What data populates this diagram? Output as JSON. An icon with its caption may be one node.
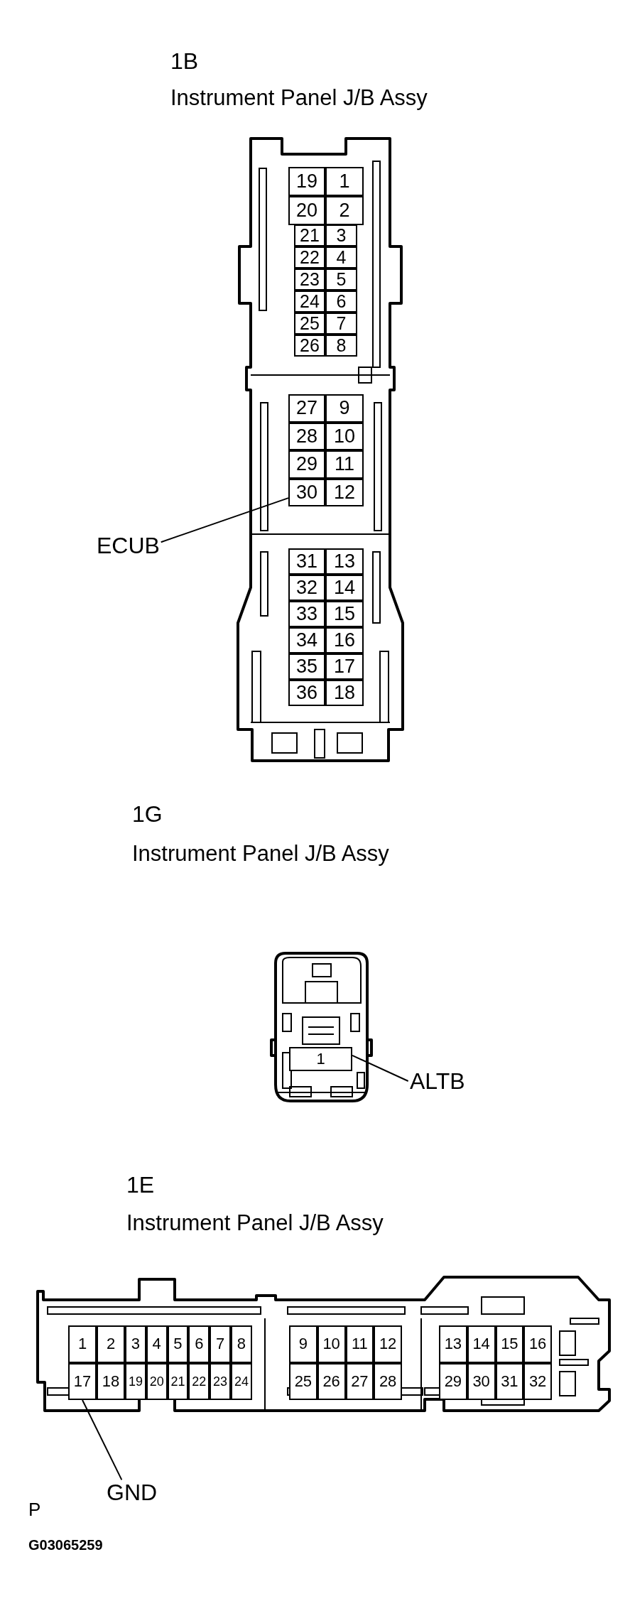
{
  "diagram": {
    "nodes": [
      {
        "text": [],
        "shape": "picture"
      },
      {
        "text": [
          "19"
        ],
        "in": 0
      },
      {
        "text": [
          "1"
        ],
        "in": 0
      },
      {
        "text": [
          "20"
        ],
        "in": 0
      },
      {
        "text": [
          "2"
        ],
        "in": 0
      },
      {
        "text": [
          "21"
        ],
        "in": 0
      },
      {
        "text": [
          "3"
        ],
        "in": 0
      },
      {
        "text": [
          "22"
        ],
        "in": 0
      },
      {
        "text": [
          "4"
        ],
        "in": 0
      },
      {
        "text": [
          "23"
        ],
        "in": 0
      },
      {
        "text": [
          "5"
        ],
        "in": 0
      },
      {
        "text": [
          "24"
        ],
        "in": 0
      },
      {
        "text": [
          "6"
        ],
        "in": 0
      },
      {
        "text": [
          "25"
        ],
        "in": 0
      },
      {
        "text": [
          "7"
        ],
        "in": 0
      },
      {
        "text": [
          "26"
        ],
        "in": 0
      },
      {
        "text": [
          "8"
        ],
        "in": 0
      },
      {
        "text": [
          "27"
        ],
        "in": 0
      },
      {
        "text": [
          "9"
        ],
        "in": 0
      },
      {
        "text": [
          "28"
        ],
        "in": 0
      },
      {
        "text": [
          "10"
        ],
        "in": 0
      },
      {
        "text": [
          "29"
        ],
        "in": 0
      },
      {
        "text": [
          "11"
        ],
        "in": 0
      },
      {
        "text": [
          "30"
        ],
        "in": 0
      },
      {
        "text": [
          "12"
        ],
        "in": 0
      },
      {
        "text": [
          "31"
        ],
        "in": 0
      },
      {
        "text": [
          "13"
        ],
        "in": 0
      },
      {
        "text": [
          "32"
        ],
        "in": 0
      },
      {
        "text": [
          "14"
        ],
        "in": 0
      },
      {
        "text": [
          "33"
        ],
        "in": 0
      },
      {
        "text": [
          "15"
        ],
        "in": 0
      },
      {
        "text": [
          "34"
        ],
        "in": 0
      },
      {
        "text": [
          "16"
        ],
        "in": 0
      },
      {
        "text": [
          "35"
        ],
        "in": 0
      },
      {
        "text": [
          "17"
        ],
        "in": 0
      },
      {
        "text": [
          "36"
        ],
        "in": 0
      },
      {
        "text": [
          "18"
        ],
        "in": 0
      },
      {
        "text": [
          "ECUB"
        ]
      },
      {
        "text": [],
        "shape": "picture"
      },
      {
        "text": [
          "1"
        ],
        "in": 38
      },
      {
        "text": [
          "ALTB"
        ]
      },
      {
        "text": [],
        "shape": "picture"
      },
      {
        "text": [
          "1"
        ],
        "in": 41
      },
      {
        "text": [
          "2"
        ],
        "in": 41
      },
      {
        "text": [
          "3"
        ],
        "in": 41
      },
      {
        "text": [
          "4"
        ],
        "in": 41
      },
      {
        "text": [
          "5"
        ],
        "in": 41
      },
      {
        "text": [
          "6"
        ],
        "in": 41
      },
      {
        "text": [
          "7"
        ],
        "in": 41
      },
      {
        "text": [
          "8"
        ],
        "in": 41
      },
      {
        "text": [
          "9"
        ],
        "in": 41
      },
      {
        "text": [
          "10"
        ],
        "in": 41
      },
      {
        "text": [
          "11"
        ],
        "in": 41
      },
      {
        "text": [
          "12"
        ],
        "in": 41
      },
      {
        "text": [
          "13"
        ],
        "in": 41
      },
      {
        "text": [
          "14"
        ],
        "in": 41
      },
      {
        "text": [
          "15"
        ],
        "in": 41
      },
      {
        "text": [
          "16"
        ],
        "in": 41
      },
      {
        "text": [
          "17"
        ],
        "in": 41
      },
      {
        "text": [
          "18"
        ],
        "in": 41
      },
      {
        "text": [
          "19"
        ],
        "in": 41
      },
      {
        "text": [
          "20"
        ],
        "in": 41
      },
      {
        "text": [
          "21"
        ],
        "in": 41
      },
      {
        "text": [
          "22"
        ],
        "in": 41
      },
      {
        "text": [
          "23"
        ],
        "in": 41
      },
      {
        "text": [
          "24"
        ],
        "in": 41
      },
      {
        "text": [
          "25"
        ],
        "in": 41
      },
      {
        "text": [
          "26"
        ],
        "in": 41
      },
      {
        "text": [
          "27"
        ],
        "in": 41
      },
      {
        "text": [
          "28"
        ],
        "in": 41
      },
      {
        "text": [
          "29"
        ],
        "in": 41
      },
      {
        "text": [
          "30"
        ],
        "in": 41
      },
      {
        "text": [
          "31"
        ],
        "in": 41
      },
      {
        "text": [
          "32"
        ],
        "in": 41
      },
      {
        "text": [
          "GND"
        ]
      }
    ],
    "edges": [
      {
        "from": 37,
        "to": 23,
        "arrow": "none"
      },
      {
        "from": 40,
        "to": 39,
        "arrow": "none"
      },
      {
        "from": 74,
        "to": 58,
        "arrow": "none"
      }
    ],
    "labels": [
      "1B",
      "Instrument Panel J/B Assy",
      "1G",
      "Instrument Panel J/B Assy",
      "1E",
      "Instrument Panel J/B Assy",
      "P",
      "G03065259"
    ]
  }
}
